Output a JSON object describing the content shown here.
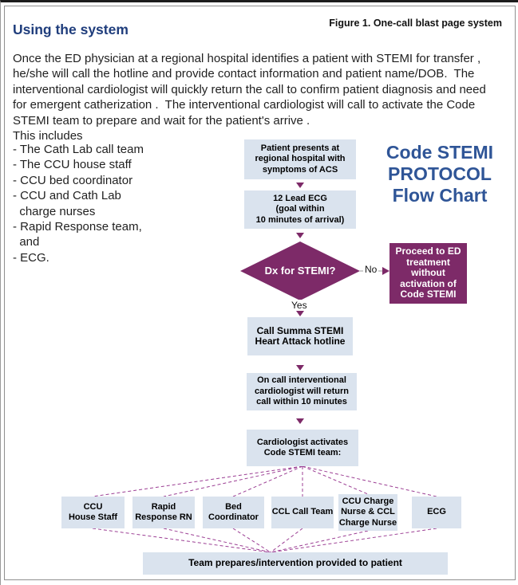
{
  "page": {
    "figure_caption": "Figure 1. One-call blast page system",
    "heading": "Using the system",
    "paragraph": "Once the ED physician at a regional hospital identifies a patient with STEMI for transfer ,\nhe/she will call the hotline and provide contact information and patient name/DOB.  The\ninterventional cardiologist will quickly return the call to confirm patient diagnosis and need\nfor emergent catherization .  The interventional cardiologist will call to activate the Code\nSTEMI team to prepare and wait for the patient's arrive .\nThis includes",
    "includes_list": [
      "- The Cath Lab call team",
      "- The CCU house staff",
      "- CCU bed coordinator",
      "- CCU and Cath Lab\n  charge nurses",
      "- Rapid Response team,\n  and",
      "- ECG."
    ]
  },
  "flowchart": {
    "title": "Code STEMI\nPROTOCOL\nFlow Chart",
    "steps": {
      "patient_presents": "Patient presents at\nregional hospital with\nsymptoms of ACS",
      "ecg_12_lead": "12 Lead ECG\n(goal within\n10 minutes of arrival)",
      "dx_for_stemi": "Dx for STEMI?",
      "proceed_ed": "Proceed to ED\ntreatment\nwithout\nactivation of\nCode STEMI",
      "call_hotline": "Call Summa STEMI\nHeart Attack hotline",
      "on_call_return": "On call interventional\ncardiologist will return\ncall within 10 minutes",
      "activates_team": "Cardiologist activates\nCode STEMI team:",
      "team_prepares": "Team prepares/intervention provided to patient"
    },
    "decision_labels": {
      "no": "No",
      "yes": "Yes"
    },
    "team_boxes": [
      "CCU\nHouse Staff",
      "Rapid\nResponse RN",
      "Bed\nCoordinator",
      "CCL Call Team",
      "CCU Charge\nNurse & CCL\nCharge Nurse",
      "ECG"
    ]
  },
  "colors": {
    "heading_blue": "#1f3d7c",
    "title_blue": "#2f5597",
    "node_fill": "#dae3ee",
    "decision_purple": "#7d2a68",
    "connector_purple": "#9c3f94",
    "connector_gray": "#999999"
  }
}
